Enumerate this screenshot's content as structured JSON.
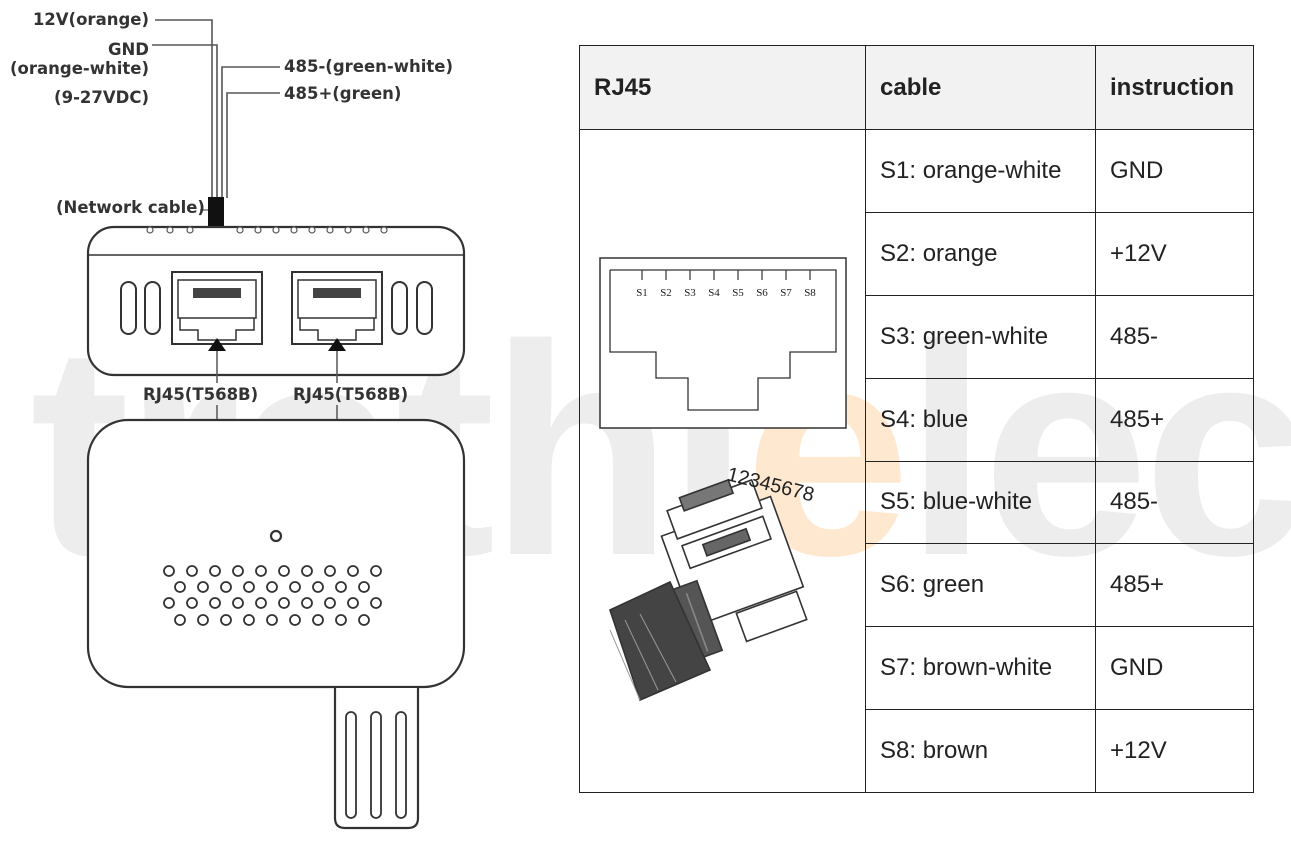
{
  "watermark": {
    "before": "trathi",
    "accent": "e",
    "after": "lec"
  },
  "labels": {
    "v12": "12V(orange)",
    "gnd": "GND",
    "gnd_color": "(orange-white)",
    "voltage": "(9-27VDC)",
    "rs485_minus": "485-(green-white)",
    "rs485_plus": "485+(green)",
    "network_cable": "(Network cable)",
    "port_left": "RJ45(T568B)",
    "port_right": "RJ45(T568B)"
  },
  "table": {
    "headers": [
      "RJ45",
      "cable",
      "instruction"
    ],
    "rows": [
      {
        "cable": "S1: orange-white",
        "instruction": "GND"
      },
      {
        "cable": "S2: orange",
        "instruction": "+12V"
      },
      {
        "cable": "S3: green-white",
        "instruction": "485-"
      },
      {
        "cable": "S4: blue",
        "instruction": "485+"
      },
      {
        "cable": "S5: blue-white",
        "instruction": "485-"
      },
      {
        "cable": "S6: green",
        "instruction": "485+"
      },
      {
        "cable": "S7: brown-white",
        "instruction": "GND"
      },
      {
        "cable": "S8: brown",
        "instruction": "+12V"
      }
    ],
    "socket_pins": [
      "S1",
      "S2",
      "S3",
      "S4",
      "S5",
      "S6",
      "S7",
      "S8"
    ],
    "plug_numbers": "12345678"
  }
}
